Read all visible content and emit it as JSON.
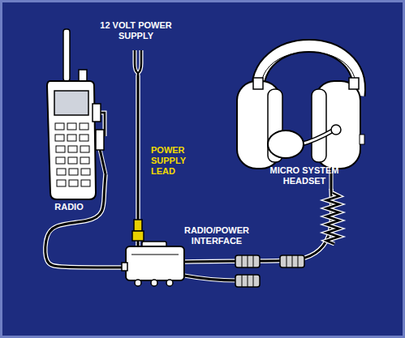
{
  "diagram": {
    "nodes": [
      {
        "text": [
          "12 VOLT POWER SUPPLY"
        ]
      },
      {
        "text": [
          "RADIO"
        ]
      },
      {
        "text": [
          "RADIO/POWER INTERFACE"
        ]
      },
      {
        "text": [
          "MICRO SYSTEM HEADSET"
        ]
      }
    ],
    "edges": [
      {
        "from": 0,
        "to": 2,
        "label": "POWER SUPPLY LEAD",
        "arrow": "none"
      },
      {
        "from": 1,
        "to": 2,
        "arrow": "none"
      },
      {
        "from": 2,
        "to": 3,
        "arrow": "none"
      }
    ]
  }
}
